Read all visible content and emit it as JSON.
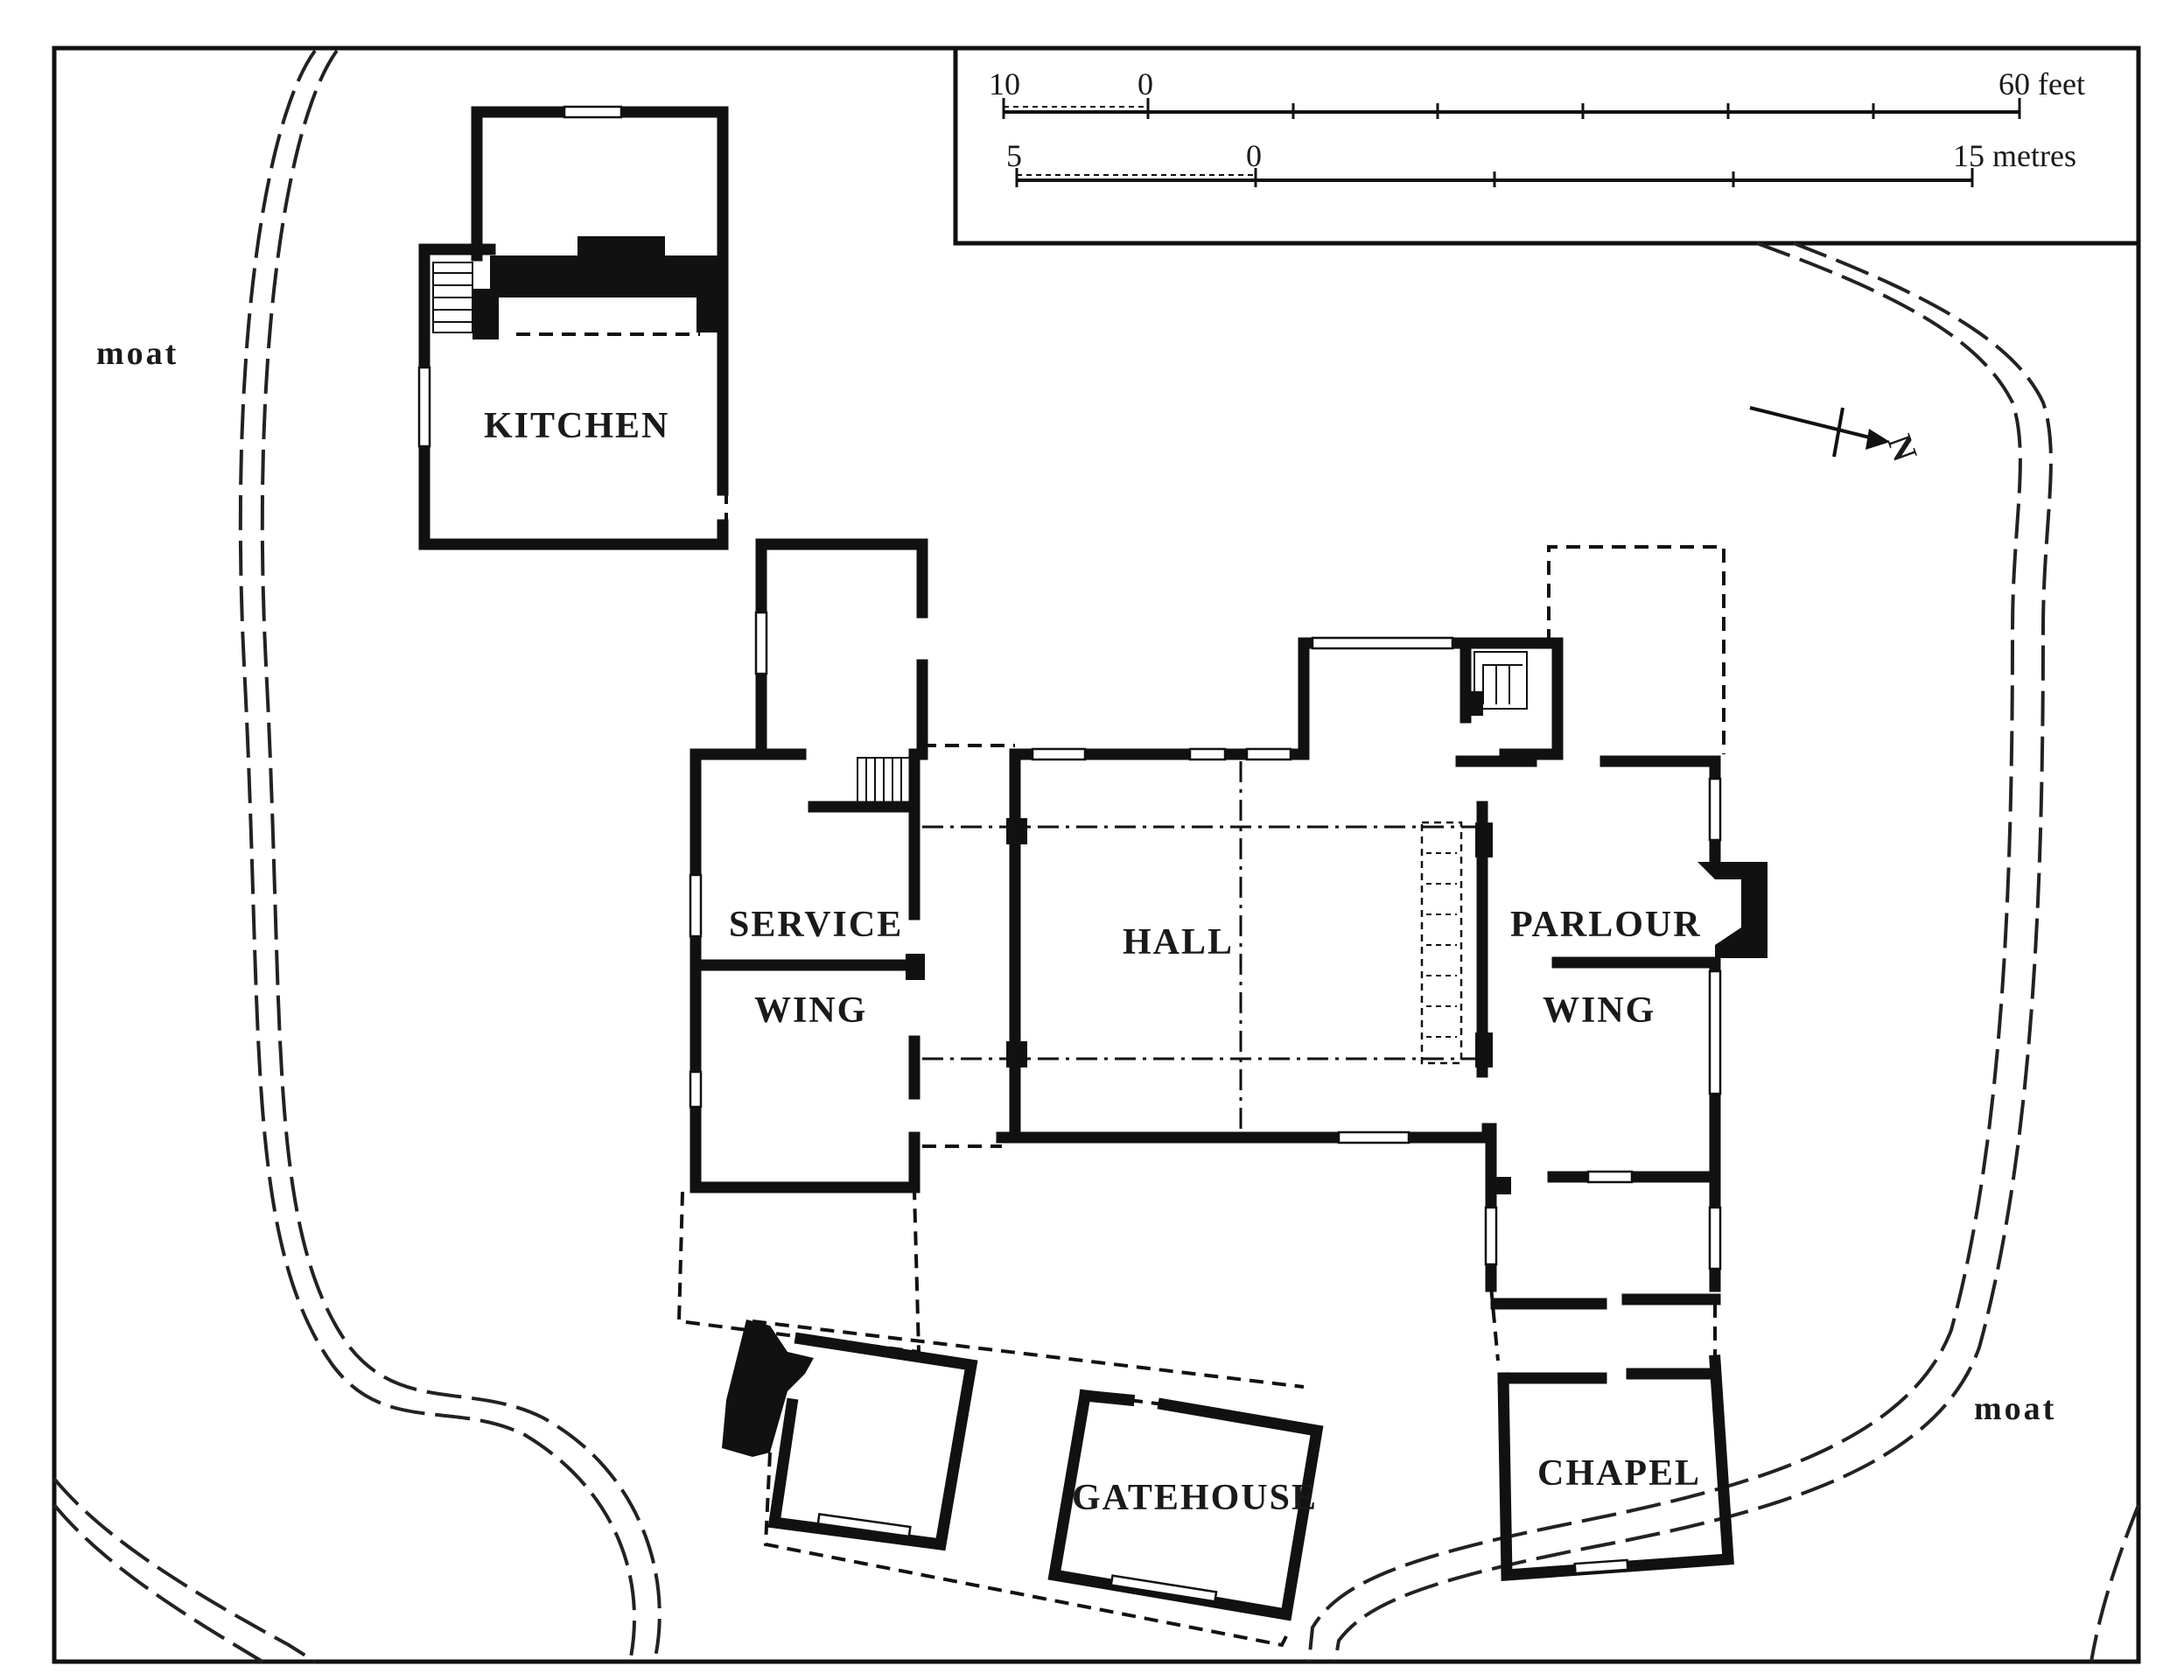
{
  "plan": {
    "rooms": {
      "kitchen": "KITCHEN",
      "service": "SERVICE",
      "service_wing": "WING",
      "hall": "HALL",
      "parlour": "PARLOUR",
      "parlour_wing": "WING",
      "chapel": "CHAPEL",
      "gatehouse": "GATEHOUSE"
    },
    "moat_labels": [
      "moat",
      "moat"
    ],
    "north_label": "N"
  },
  "scale": {
    "feet": {
      "start": "10",
      "zero": "0",
      "end": "60 feet"
    },
    "metres": {
      "start": "5",
      "zero": "0",
      "end": "15 metres"
    }
  }
}
